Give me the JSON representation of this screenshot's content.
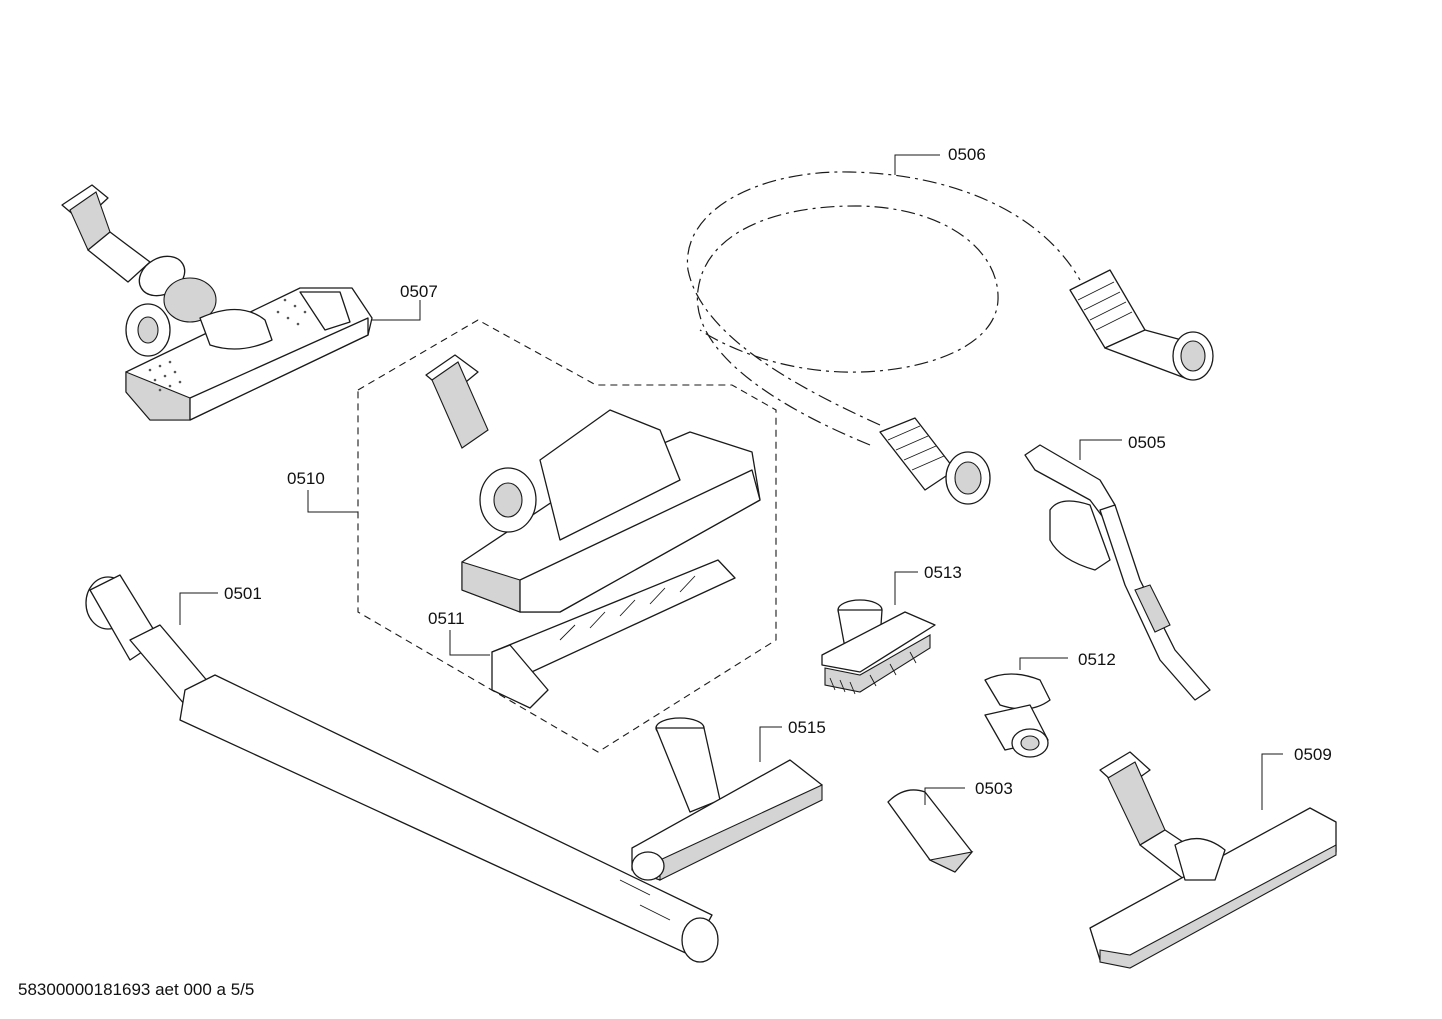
{
  "labels": {
    "p0506": "0506",
    "p0507": "0507",
    "p0510": "0510",
    "p0505": "0505",
    "p0513": "0513",
    "p0501": "0501",
    "p0511": "0511",
    "p0512": "0512",
    "p0515": "0515",
    "p0509": "0509",
    "p0503": "0503"
  },
  "footer": {
    "code": "58300000181693 aet 000 a 5/5"
  }
}
